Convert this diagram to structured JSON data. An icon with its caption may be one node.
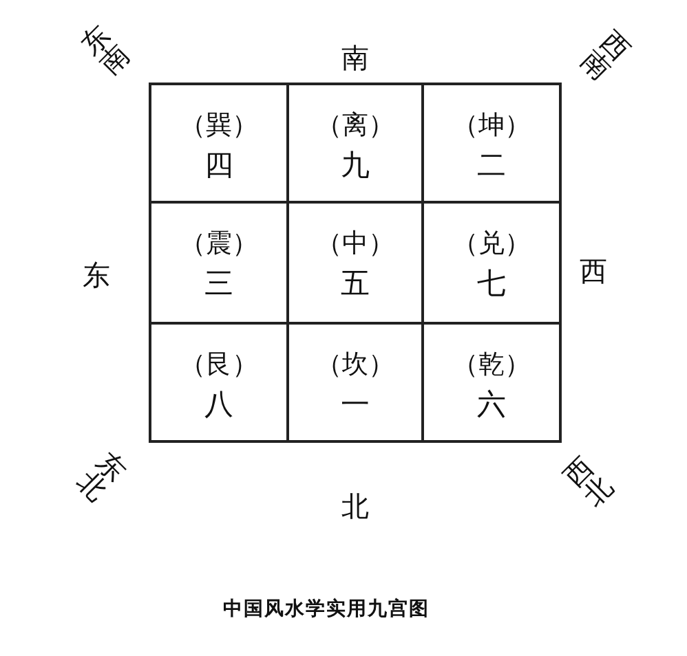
{
  "diagram": {
    "caption": "中国风水学实用九宫图",
    "nodes": [
      {
        "text": [
          "（巽）",
          "四"
        ]
      },
      {
        "text": [
          "（离）",
          "九"
        ]
      },
      {
        "text": [
          "（坤）",
          "二"
        ]
      },
      {
        "text": [
          "（震）",
          "三"
        ]
      },
      {
        "text": [
          "（中）",
          "五"
        ]
      },
      {
        "text": [
          "（兑）",
          "七"
        ]
      },
      {
        "text": [
          "（艮）",
          "八"
        ]
      },
      {
        "text": [
          "（坎）",
          "一"
        ]
      },
      {
        "text": [
          "（乾）",
          "六"
        ]
      }
    ],
    "labels": [
      "东南",
      "南",
      "西南",
      "东",
      "西",
      "东北",
      "北",
      "西北"
    ]
  }
}
